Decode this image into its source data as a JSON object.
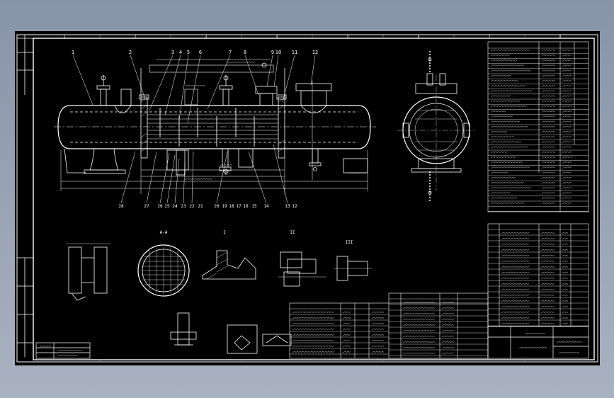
{
  "viewer": {
    "background": "#98a3b5",
    "sheet_background": "#000000",
    "line_color": "#ffffff"
  },
  "drawing": {
    "top_balloons": [
      "1",
      "2",
      "3",
      "4",
      "5",
      "6",
      "7",
      "8",
      "9",
      "10",
      "11",
      "12"
    ],
    "bottom_balloons": [
      "28",
      "27",
      "26",
      "25",
      "24",
      "23",
      "22",
      "21",
      "20",
      "19",
      "18",
      "17",
      "16",
      "15",
      "14",
      "13",
      "12"
    ],
    "section_marks": [
      "A-A",
      "I",
      "II",
      "III"
    ],
    "grid_numbers": [
      "1",
      "2",
      "3",
      "4",
      "5",
      "6",
      "7",
      "8"
    ]
  }
}
